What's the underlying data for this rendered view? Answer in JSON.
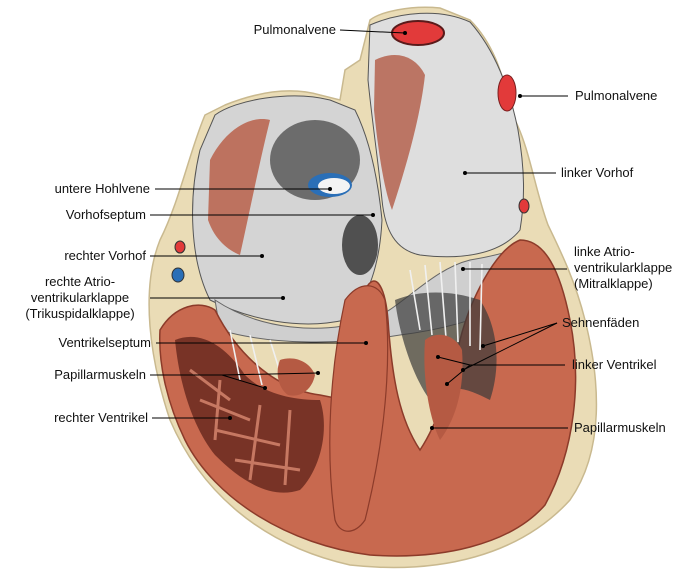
{
  "diagram": {
    "labels": {
      "pulmonalvene_top": [
        "Pulmonalvene"
      ],
      "pulmonalvene_right": [
        "Pulmonalvene"
      ],
      "linker_vorhof": [
        "linker Vorhof"
      ],
      "untere_hohlvene": [
        "untere Hohlvene"
      ],
      "vorhofseptum": [
        "Vorhofseptum"
      ],
      "rechter_vorhof": [
        "rechter Vorhof"
      ],
      "rechte_av_klappe": [
        "rechte Atrio-",
        "ventrikularklappe",
        "(Trikuspidalklappe)"
      ],
      "linke_av_klappe": [
        "linke Atrio-",
        "ventrikularklappe",
        "(Mitralklappe)"
      ],
      "sehnenfaeden": [
        "Sehnenfäden"
      ],
      "ventrikelseptum": [
        "Ventrikelseptum"
      ],
      "linker_ventrikel": [
        "linker Ventrikel"
      ],
      "papillarmuskeln_left": [
        "Papillarmuskeln"
      ],
      "rechter_ventrikel": [
        "rechter Ventrikel"
      ],
      "papillarmuskeln_right": [
        "Papillarmuskeln"
      ]
    },
    "colors": {
      "muscle": "#c8694f",
      "muscle_dark": "#8c3b2a",
      "fat": "#eadcb6",
      "atrium_interior": "#d9d9d9",
      "shadow": "#3a3a3a",
      "vein_red": "#e23a3a",
      "vein_blue": "#2a6fb7",
      "leader_line": "#000000"
    }
  }
}
